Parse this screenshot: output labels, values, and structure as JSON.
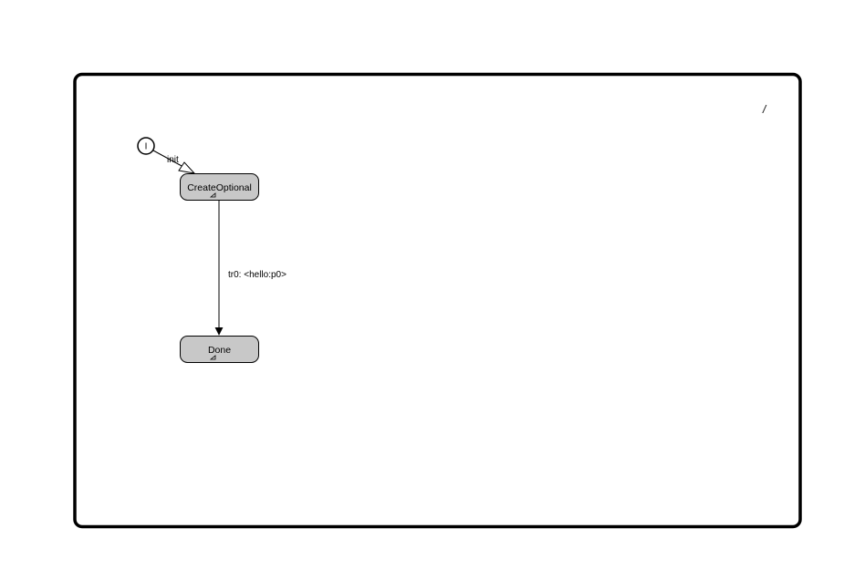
{
  "diagram": {
    "corner_label": "/",
    "initial_marker": "I",
    "states": {
      "create_optional": "CreateOptional",
      "done": "Done"
    },
    "transitions": {
      "init": "init",
      "tr0": "tr0: <hello:p0>"
    },
    "colors": {
      "state_fill": "#c8c8c8",
      "frame_stroke": "#000000",
      "background": "#ffffff"
    }
  }
}
